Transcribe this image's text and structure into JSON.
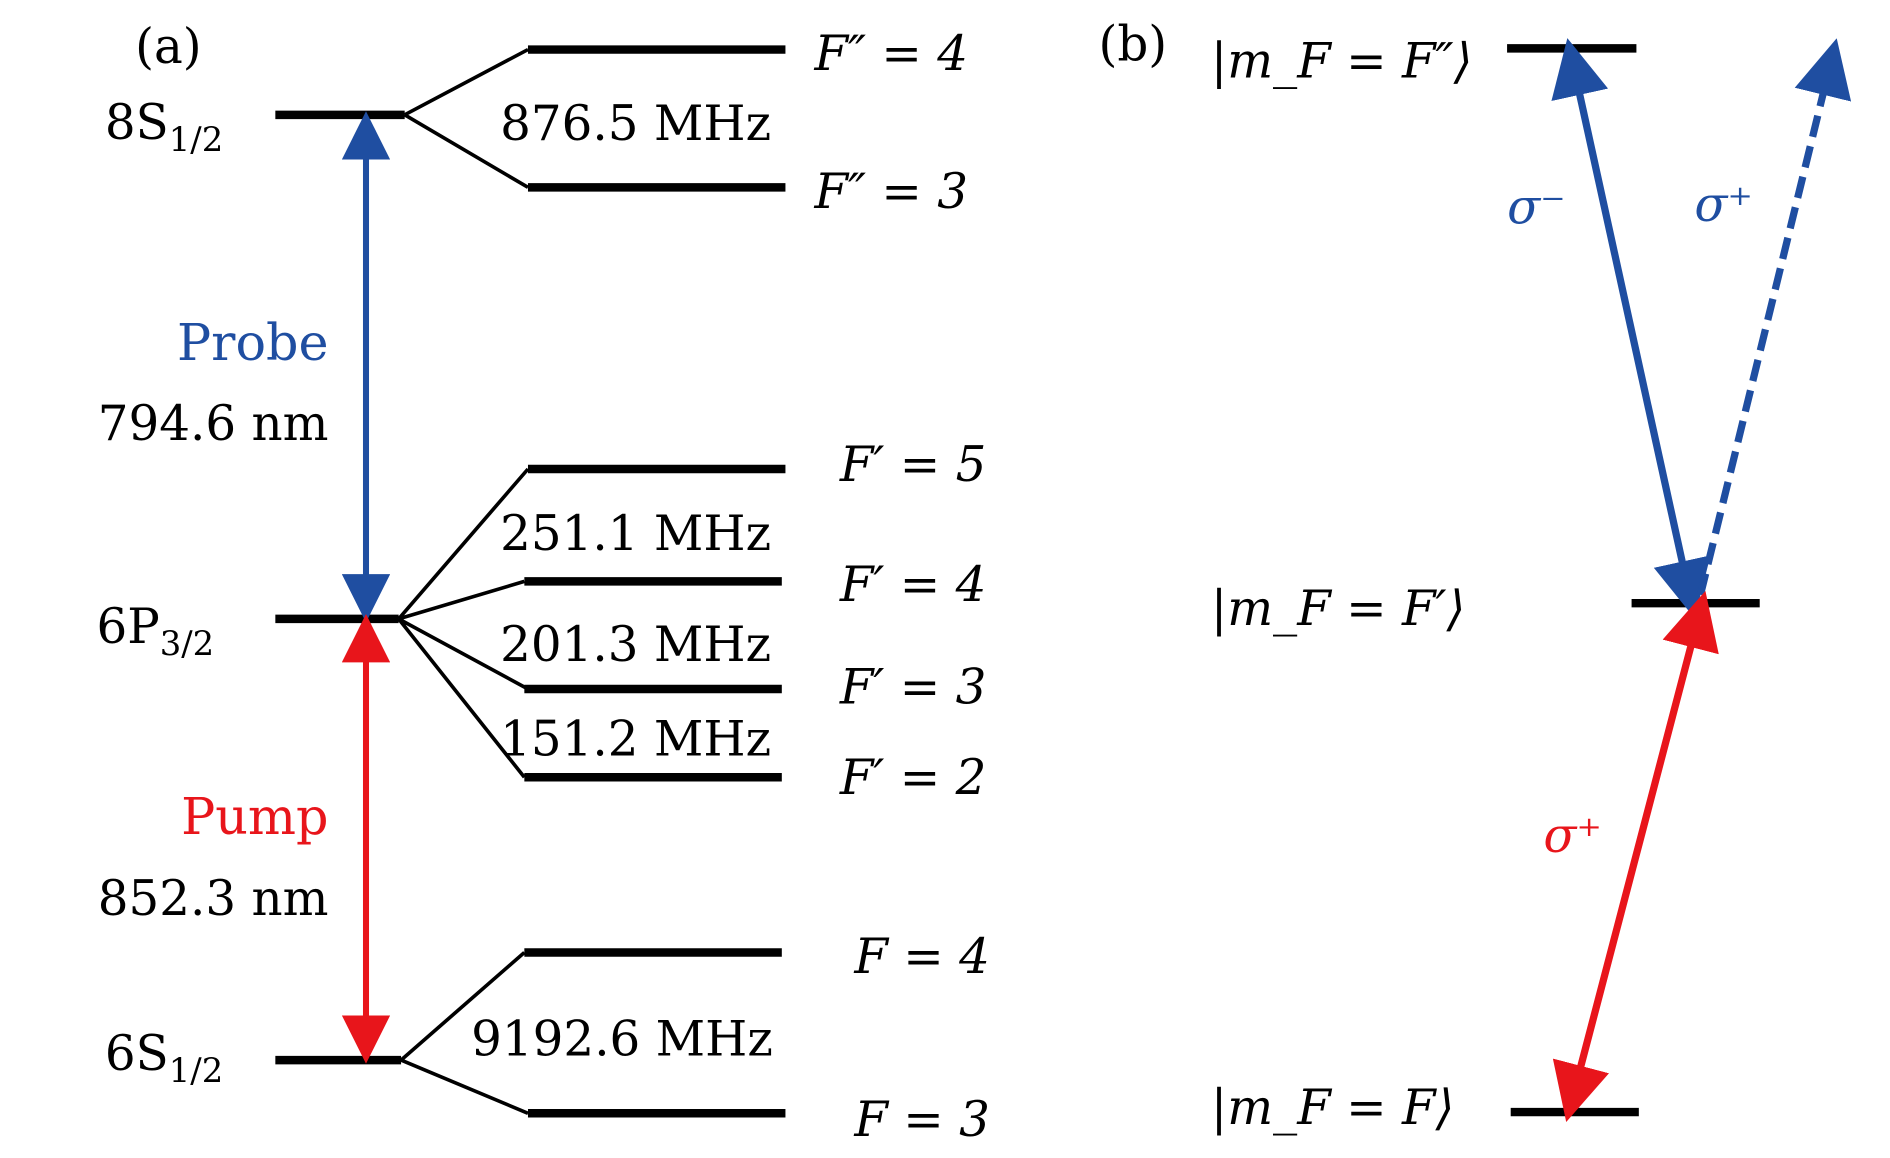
{
  "panel_a": {
    "label": "(a)",
    "levels": {
      "s8": {
        "main": "8S",
        "sub": "1/2"
      },
      "p6": {
        "main": "6P",
        "sub": "3/2"
      },
      "s6": {
        "main": "6S",
        "sub": "1/2"
      }
    },
    "hyperfine": {
      "f2_4": "F″ = 4",
      "f2_3": "F″ = 3",
      "f1_5": "F′ = 5",
      "f1_4": "F′ = 4",
      "f1_3": "F′ = 3",
      "f1_2": "F′ = 2",
      "f_4": "F = 4",
      "f_3": "F = 3"
    },
    "splittings": {
      "s8": "876.5 MHz",
      "p6_54": "251.1 MHz",
      "p6_43": "201.3 MHz",
      "p6_32": "151.2 MHz",
      "s6": "9192.6 MHz"
    },
    "probe": {
      "name": "Probe",
      "wavelength": "794.6 nm",
      "color": "#1f4ea1"
    },
    "pump": {
      "name": "Pump",
      "wavelength": "852.3 nm",
      "color": "#e8151b"
    }
  },
  "panel_b": {
    "label": "(b)",
    "states": {
      "top": "|m_F = F″⟩",
      "mid": "|m_F = F′⟩",
      "bottom": "|m_F = F⟩"
    },
    "transitions": {
      "probe_minus": "σ⁻",
      "probe_plus": "σ⁺",
      "pump_plus": "σ⁺"
    }
  }
}
